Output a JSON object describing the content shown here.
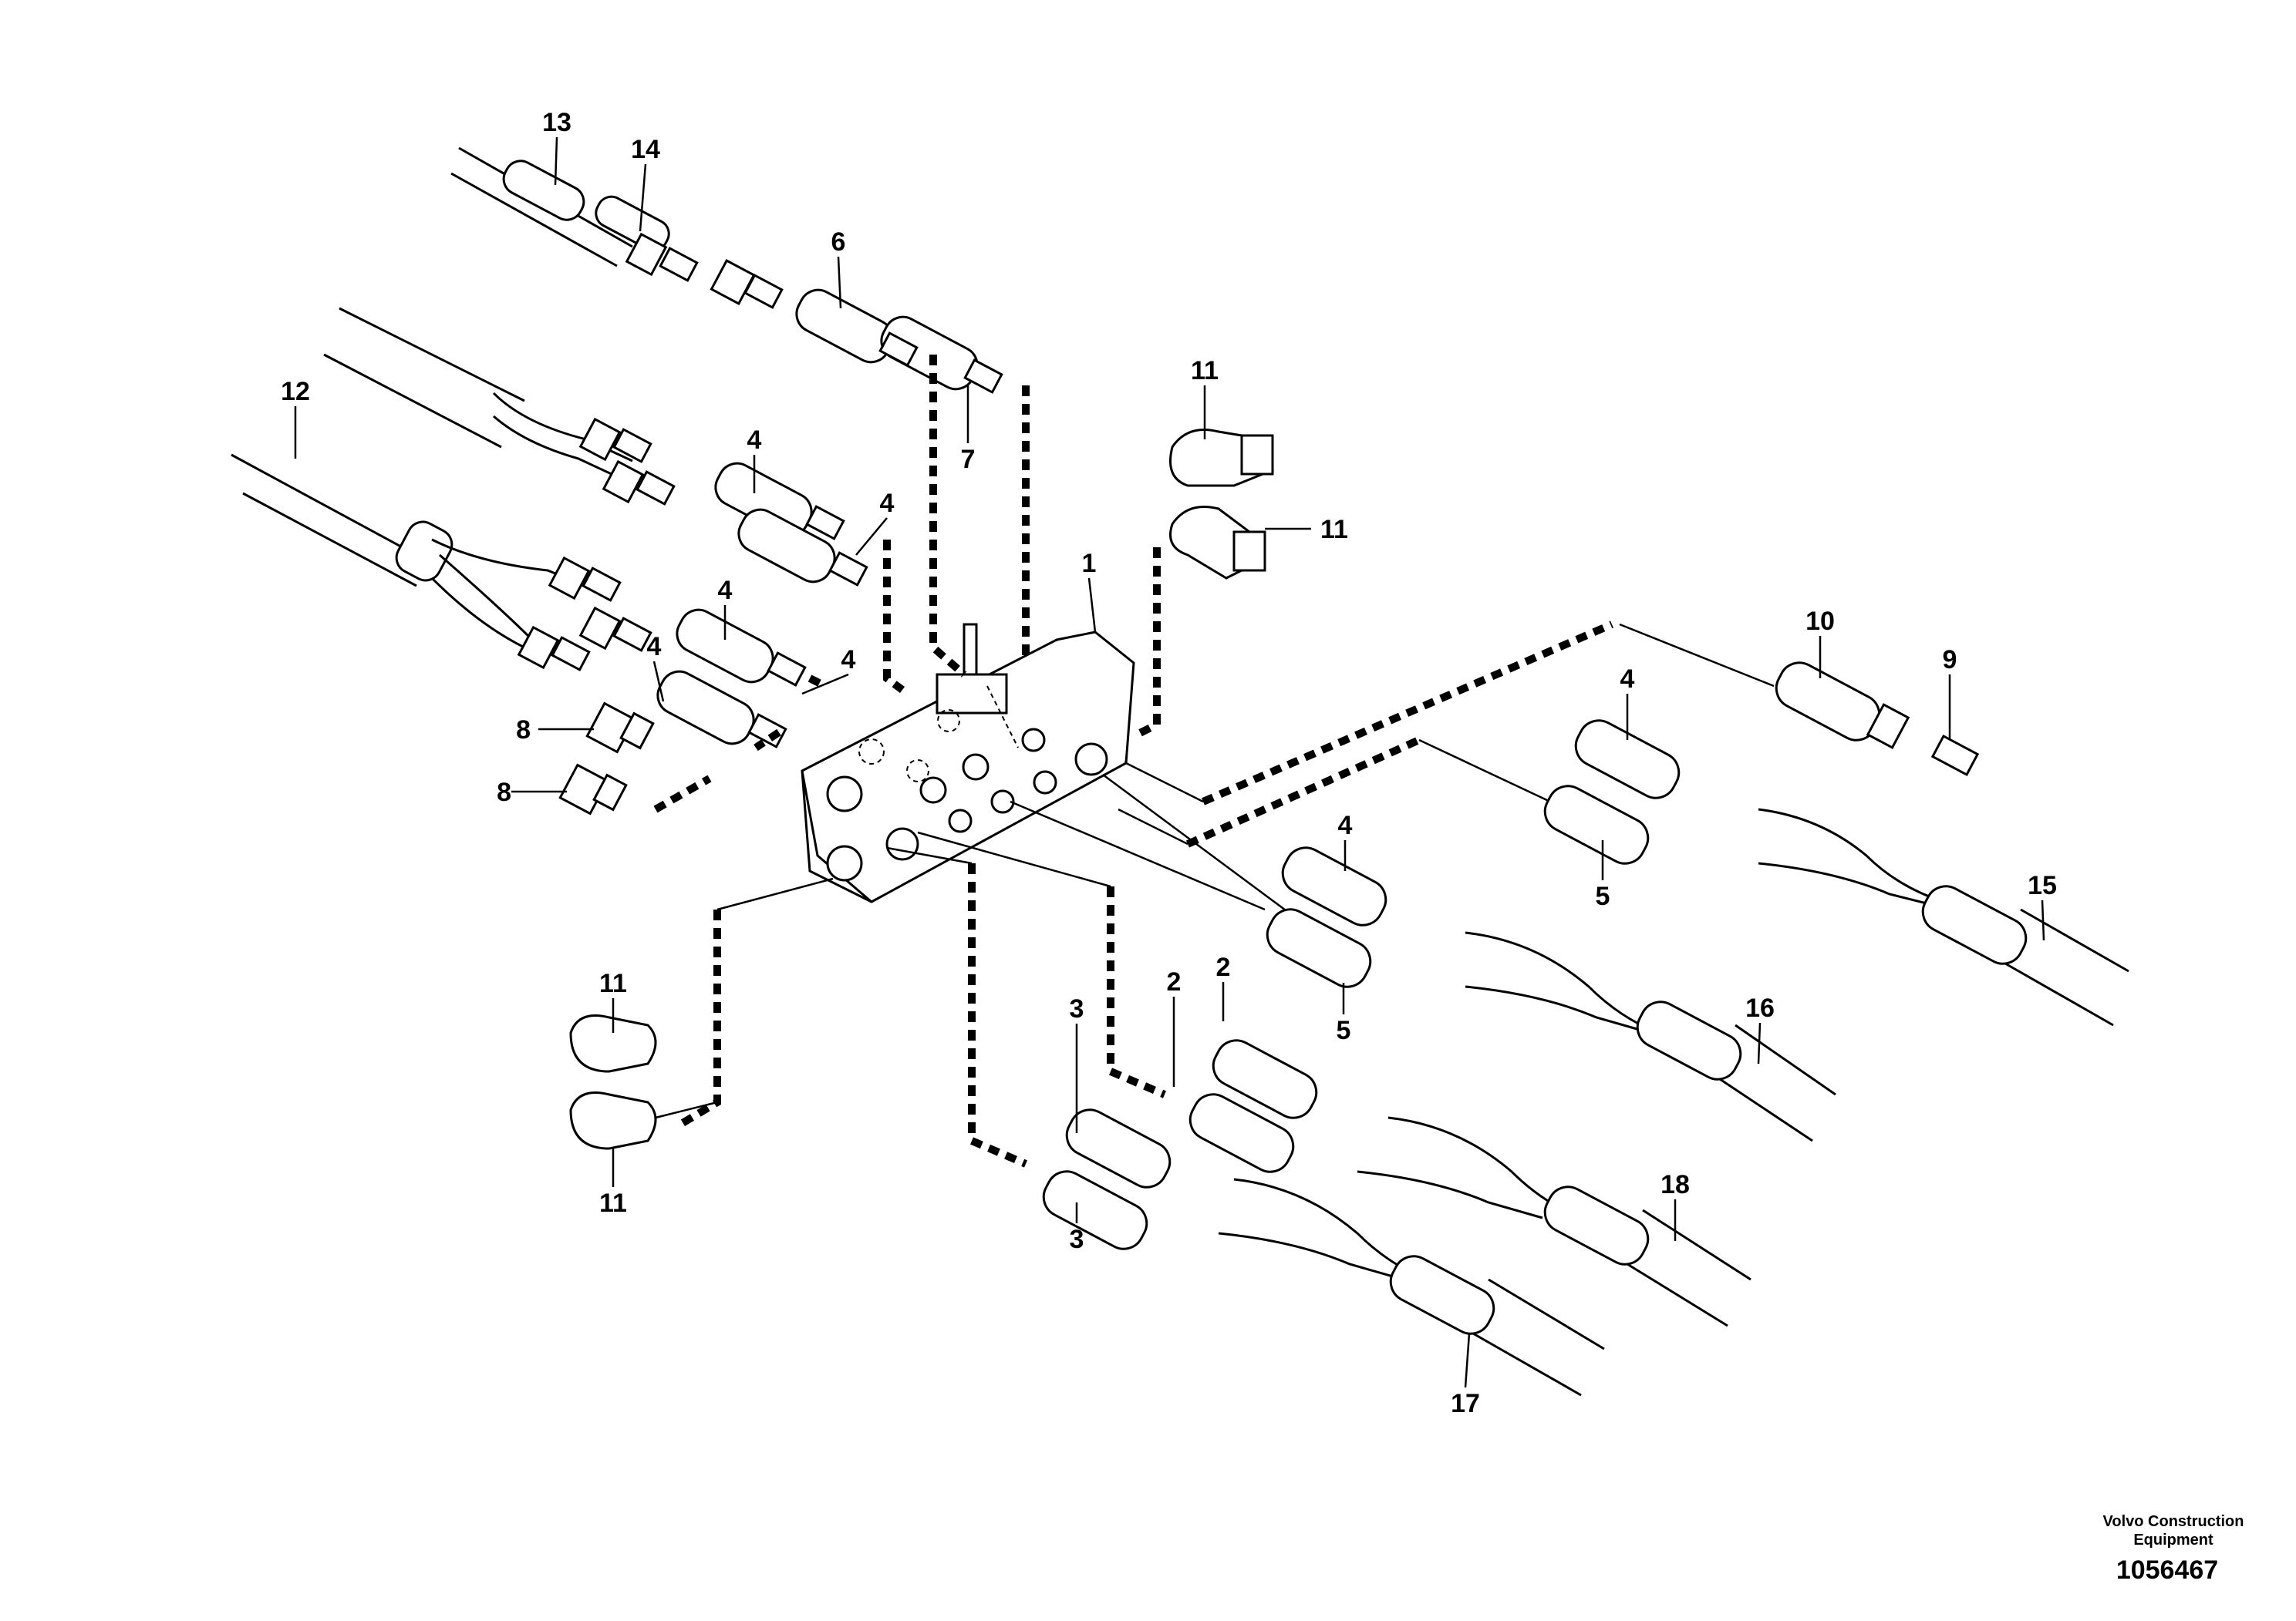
{
  "diagram": {
    "callouts": {
      "c1": "1",
      "c2a": "2",
      "c2b": "2",
      "c3a": "3",
      "c3b": "3",
      "c4a": "4",
      "c4b": "4",
      "c4c": "4",
      "c4d": "4",
      "c4e": "4",
      "c4f": "4",
      "c4g": "4",
      "c5a": "5",
      "c5b": "5",
      "c6": "6",
      "c7": "7",
      "c8a": "8",
      "c8b": "8",
      "c9": "9",
      "c10": "10",
      "c11a": "11",
      "c11b": "11",
      "c11c": "11",
      "c11d": "11",
      "c12": "12",
      "c13": "13",
      "c14": "14",
      "c15": "15",
      "c16": "16",
      "c17": "17",
      "c18": "18"
    }
  },
  "footer": {
    "company_line1": "Volvo Construction",
    "company_line2": "Equipment",
    "drawing_number": "1056467"
  }
}
